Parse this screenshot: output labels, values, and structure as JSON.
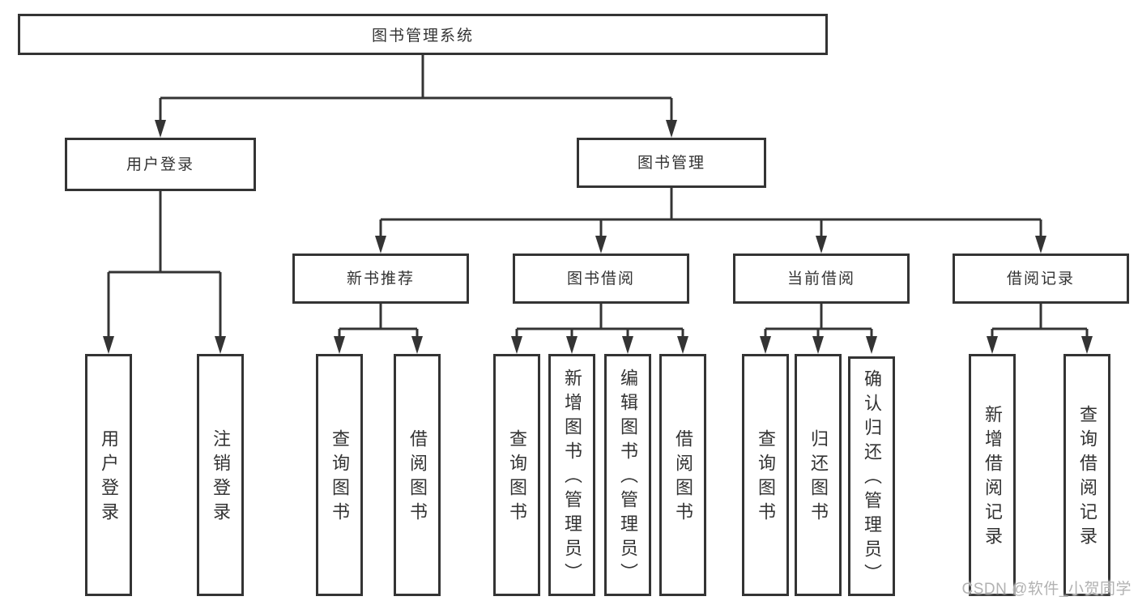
{
  "diagram": {
    "root": {
      "label": "图书管理系统"
    },
    "branches": [
      {
        "label": "用户登录",
        "children": [
          {
            "label": "用户登录"
          },
          {
            "label": "注销登录"
          }
        ]
      },
      {
        "label": "图书管理",
        "children": [
          {
            "label": "新书推荐",
            "children": [
              {
                "label": "查询图书"
              },
              {
                "label": "借阅图书"
              }
            ]
          },
          {
            "label": "图书借阅",
            "children": [
              {
                "label": "查询图书"
              },
              {
                "label": "新增图书（管理员）"
              },
              {
                "label": "编辑图书（管理员）"
              },
              {
                "label": "借阅图书"
              }
            ]
          },
          {
            "label": "当前借阅",
            "children": [
              {
                "label": "查询图书"
              },
              {
                "label": "归还图书"
              },
              {
                "label": "确认归还（管理员）"
              }
            ]
          },
          {
            "label": "借阅记录",
            "children": [
              {
                "label": "新增借阅记录"
              },
              {
                "label": "查询借阅记录"
              }
            ]
          }
        ]
      }
    ]
  },
  "watermark": {
    "text": "CSDN @软件_小贺同学"
  },
  "colors": {
    "line": "#343434",
    "box_border": "#343434",
    "box_background": "#ffffff",
    "text": "#333333",
    "watermark": "#b2b2b2",
    "page_background": "#ffffff"
  }
}
